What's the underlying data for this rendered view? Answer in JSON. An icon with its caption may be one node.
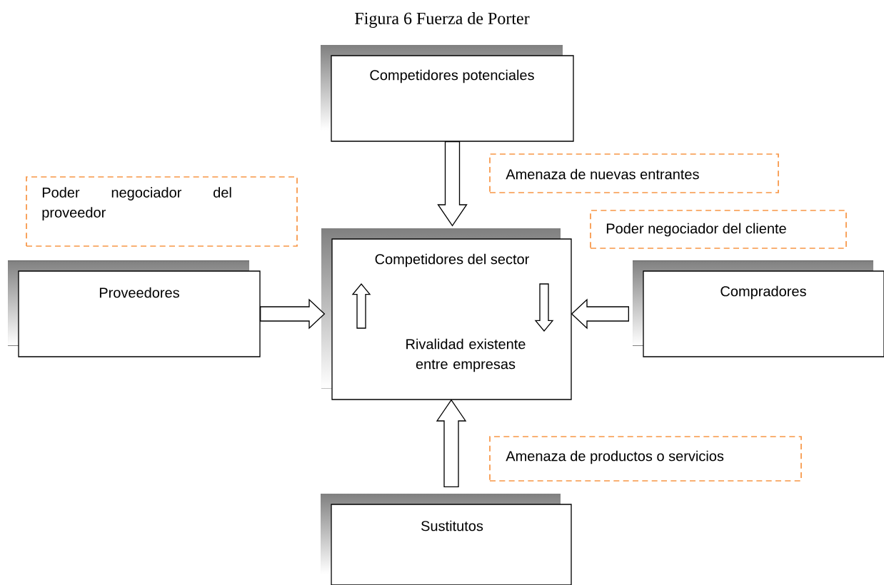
{
  "diagram": {
    "title": "Figura 6 Fuerza de Porter",
    "nodes": [
      {
        "text": [
          "Competidores potenciales"
        ]
      },
      {
        "text": [
          "Amenaza de nuevas entrantes"
        ]
      },
      {
        "text": [
          "Poder negociador del proveedor"
        ]
      },
      {
        "text": [
          "Poder negociador del cliente"
        ]
      },
      {
        "text": [
          "Competidores del sector",
          "Rivalidad existente entre empresas"
        ]
      },
      {
        "text": [
          "Proveedores"
        ]
      },
      {
        "text": [
          "Compradores"
        ]
      },
      {
        "text": [
          "Amenaza de productos o servicios"
        ]
      },
      {
        "text": [
          "Sustitutos"
        ]
      }
    ],
    "edges": [
      {
        "from": 0,
        "to": 4,
        "arrow": "to"
      },
      {
        "from": 5,
        "to": 4,
        "arrow": "to"
      },
      {
        "from": 6,
        "to": 4,
        "arrow": "to"
      },
      {
        "from": 8,
        "to": 4,
        "arrow": "to"
      }
    ]
  }
}
